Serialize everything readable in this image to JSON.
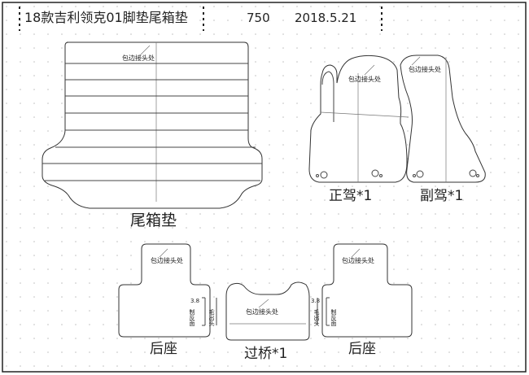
{
  "header": {
    "title": "18款吉利领克01脚垫尾箱垫",
    "code": "750",
    "date": "2018.5.21"
  },
  "labels": {
    "trunk": "尾箱垫",
    "driver": "正驾*1",
    "passenger": "副驾*1",
    "rear_left": "后座",
    "bridge": "过桥*1",
    "rear_right": "后座"
  },
  "annotations": {
    "seam": "包边接头处",
    "note_left_a": "3.8",
    "note_left_b": "制反面",
    "note_left_c": "毛出头",
    "note_right_a": "3.8",
    "note_right_b": "毛出头",
    "note_right_c": "制反面"
  },
  "colors": {
    "outline": "#333333",
    "grid_dot": "#bfbfbf",
    "text": "#222222"
  }
}
